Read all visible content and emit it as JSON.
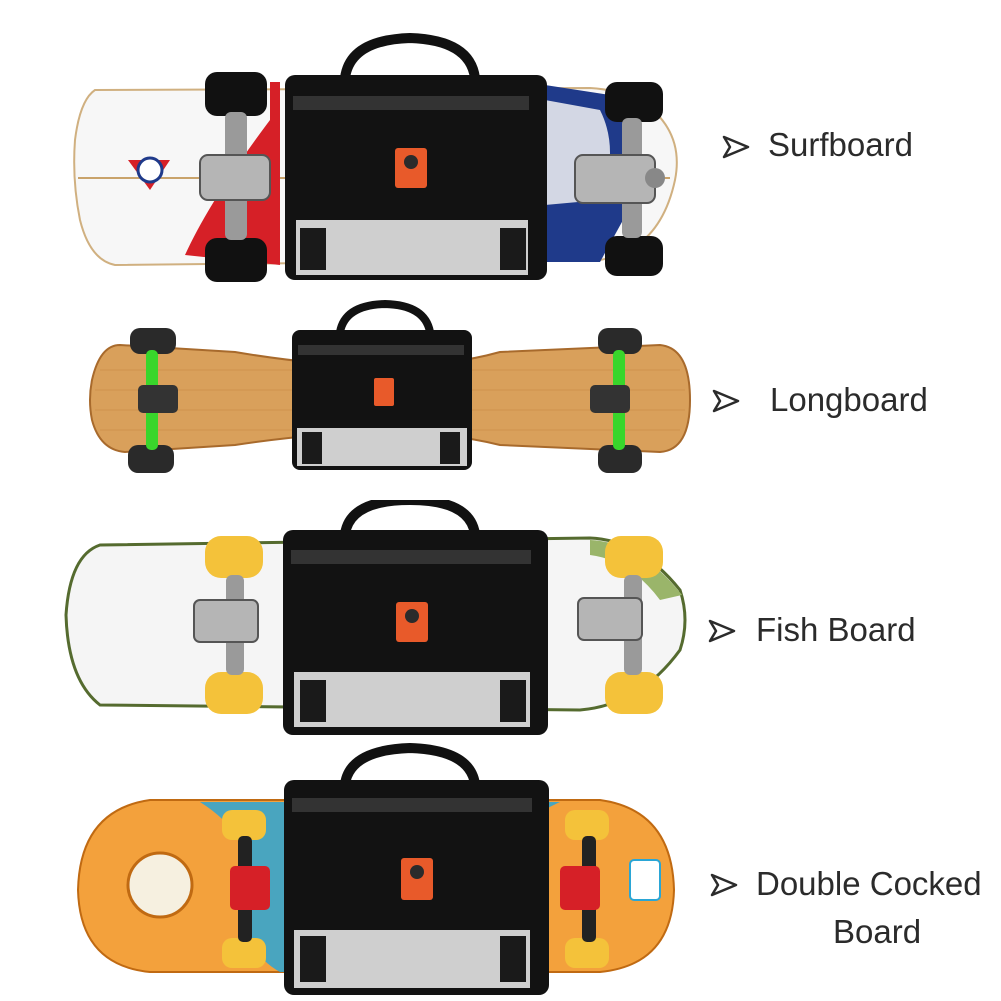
{
  "items": [
    {
      "label": "Surfboard"
    },
    {
      "label": "Longboard"
    },
    {
      "label": "Fish Board"
    },
    {
      "label_line1": "Double Cocked",
      "label_line2": "Board"
    }
  ],
  "colors": {
    "text": "#2b2b2b",
    "bag": "#121212",
    "reflective": "#cfcfcf",
    "patch": "#e85a2a",
    "surf_red": "#d62027",
    "surf_blue": "#1f3a8a",
    "bamboo": "#d9a05b",
    "long_truck": "#39d62b",
    "fish_wheel": "#f4c23a",
    "street_orange": "#f3a13c",
    "street_blue": "#2aa6d6"
  },
  "icons": [
    "arrow-right-outline-icon",
    "bag-patch-logo-icon"
  ]
}
